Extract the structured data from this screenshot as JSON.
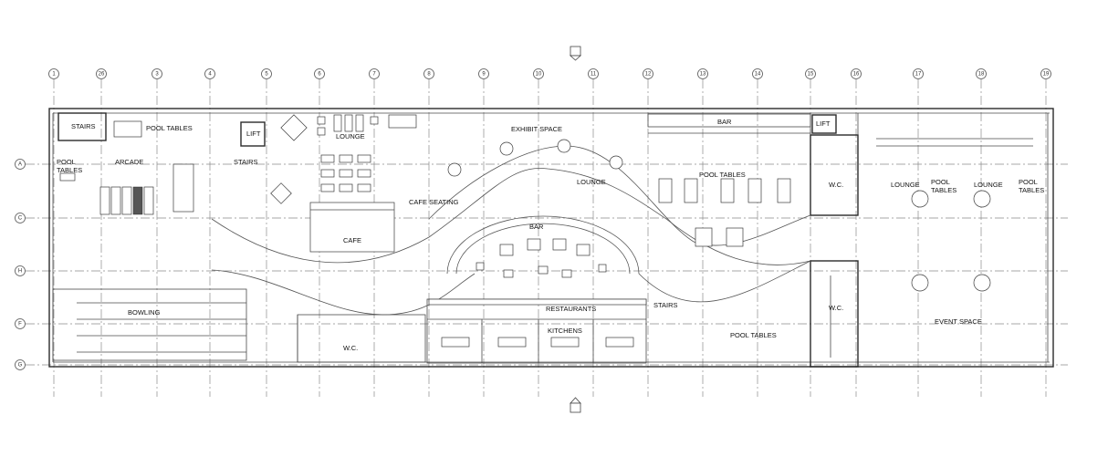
{
  "grid": {
    "columns": [
      "1",
      "26",
      "3",
      "4",
      "5",
      "6",
      "7",
      "8",
      "9",
      "10",
      "11",
      "12",
      "13",
      "14",
      "15",
      "16",
      "17",
      "18",
      "19"
    ],
    "rows": [
      "A",
      "C",
      "H",
      "F",
      "G"
    ]
  },
  "labels": {
    "stairs_1": "STAIRS",
    "pool_tables_1": "POOL TABLES",
    "lift_1": "LIFT",
    "lounge_1": "LOUNGE",
    "exhibit_space": "EXHIBIT SPACE",
    "bar_1": "BAR",
    "lift_2": "LIFT",
    "pool_tables_2a": "POOL",
    "pool_tables_2b": "TABLES",
    "arcade": "ARCADE",
    "stairs_2": "STAIRS",
    "cafe_seating": "CAFE SEATING",
    "lounge_2": "LOUNGE",
    "pool_tables_3": "POOL TABLES",
    "wc_1": "W.C.",
    "lounge_3": "LOUNGE",
    "pool_tables_4a": "POOL",
    "pool_tables_4b": "TABLES",
    "lounge_4": "LOUNGE",
    "pool_tables_5a": "POOL",
    "pool_tables_5b": "TABLES",
    "cafe": "CAFE",
    "bar_2": "BAR",
    "bowling": "BOWLING",
    "restaurants": "RESTAURANTS",
    "stairs_3": "STAIRS",
    "wc_2": "W.C.",
    "event_space": "EVENT SPACE",
    "wc_3": "W.C.",
    "kitchens": "KITCHENS",
    "pool_tables_6": "POOL TABLES"
  }
}
